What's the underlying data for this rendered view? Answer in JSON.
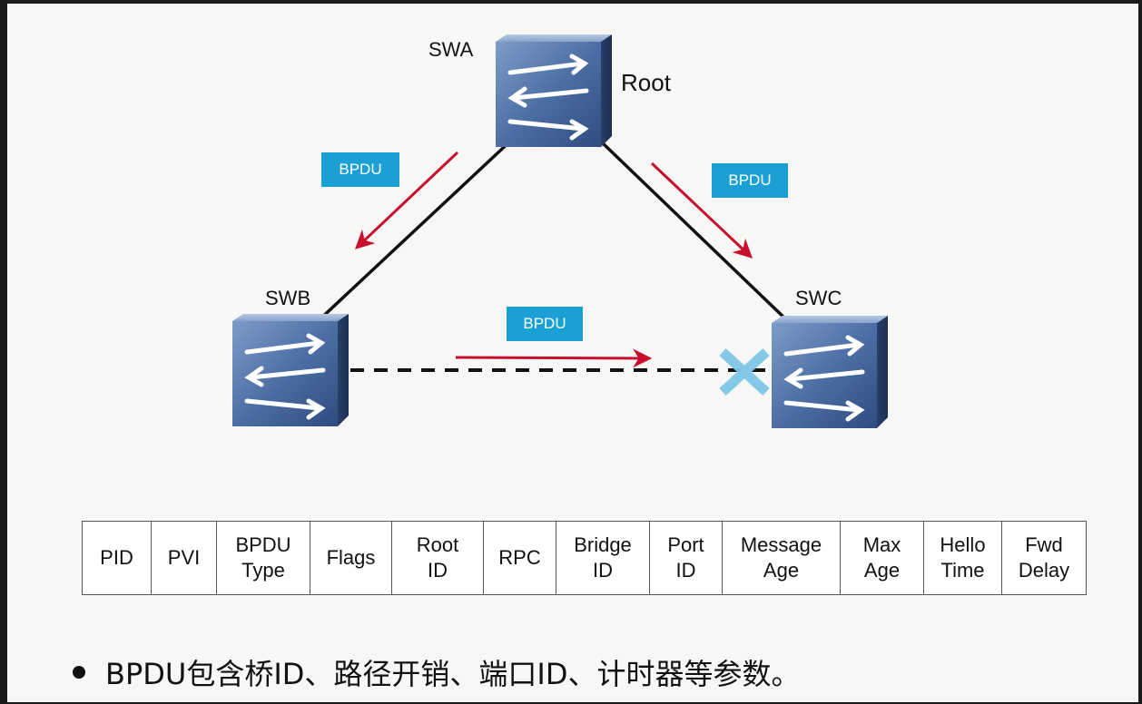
{
  "diagram": {
    "switches": [
      {
        "id": "swa",
        "name": "SWA"
      },
      {
        "id": "swb",
        "name": "SWB"
      },
      {
        "id": "swc",
        "name": "SWC"
      }
    ],
    "root_label": "Root",
    "bpdu_label": "BPDU",
    "blocked_port": "swc-left",
    "colors": {
      "bpdu_tag": "#1aa0d4",
      "flow_arrow": "#c8102e",
      "blocked_x": "#7ec8e6",
      "link": "#111111",
      "switch_face": "#4b6fa6"
    }
  },
  "bpdu_fields": {
    "cells": [
      {
        "label": "PID"
      },
      {
        "label": "PVI"
      },
      {
        "label": "BPDU\nType"
      },
      {
        "label": "Flags"
      },
      {
        "label": "Root\nID"
      },
      {
        "label": "RPC"
      },
      {
        "label": "Bridge\nID"
      },
      {
        "label": "Port\nID"
      },
      {
        "label": "Message\nAge"
      },
      {
        "label": "Max\nAge"
      },
      {
        "label": "Hello\nTime"
      },
      {
        "label": "Fwd\nDelay"
      }
    ]
  },
  "bullet_text": "BPDU包含桥ID、路径开销、端口ID、计时器等参数。"
}
